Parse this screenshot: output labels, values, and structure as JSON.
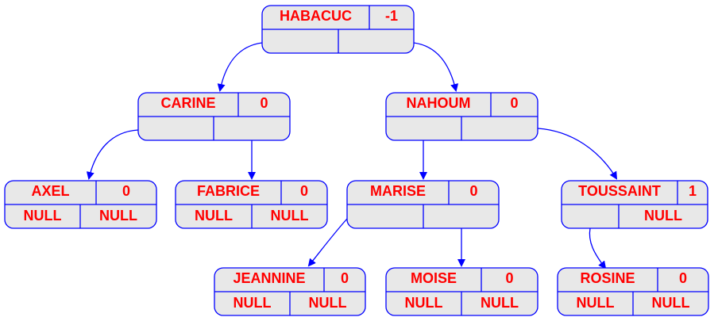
{
  "colors": {
    "node_fill": "#e8e8e8",
    "node_stroke": "#0000ff",
    "text": "#ff0000",
    "edge": "#0000ff"
  },
  "tree": {
    "nodes": [
      {
        "id": "habacuc",
        "name": "HABACUC",
        "balance": "-1",
        "left": "",
        "right": ""
      },
      {
        "id": "carine",
        "name": "CARINE",
        "balance": "0",
        "left": "",
        "right": ""
      },
      {
        "id": "nahoum",
        "name": "NAHOUM",
        "balance": "0",
        "left": "",
        "right": ""
      },
      {
        "id": "axel",
        "name": "AXEL",
        "balance": "0",
        "left": "NULL",
        "right": "NULL"
      },
      {
        "id": "fabrice",
        "name": "FABRICE",
        "balance": "0",
        "left": "NULL",
        "right": "NULL"
      },
      {
        "id": "marise",
        "name": "MARISE",
        "balance": "0",
        "left": "",
        "right": ""
      },
      {
        "id": "toussaint",
        "name": "TOUSSAINT",
        "balance": "1",
        "left": "",
        "right": "NULL"
      },
      {
        "id": "jeannine",
        "name": "JEANNINE",
        "balance": "0",
        "left": "NULL",
        "right": "NULL"
      },
      {
        "id": "moise",
        "name": "MOISE",
        "balance": "0",
        "left": "NULL",
        "right": "NULL"
      },
      {
        "id": "rosine",
        "name": "ROSINE",
        "balance": "0",
        "left": "NULL",
        "right": "NULL"
      }
    ],
    "edges": [
      {
        "from": "habacuc",
        "to": "carine"
      },
      {
        "from": "habacuc",
        "to": "nahoum"
      },
      {
        "from": "carine",
        "to": "axel"
      },
      {
        "from": "carine",
        "to": "fabrice"
      },
      {
        "from": "nahoum",
        "to": "marise"
      },
      {
        "from": "nahoum",
        "to": "toussaint"
      },
      {
        "from": "marise",
        "to": "jeannine"
      },
      {
        "from": "marise",
        "to": "moise"
      },
      {
        "from": "toussaint",
        "to": "rosine"
      }
    ]
  }
}
